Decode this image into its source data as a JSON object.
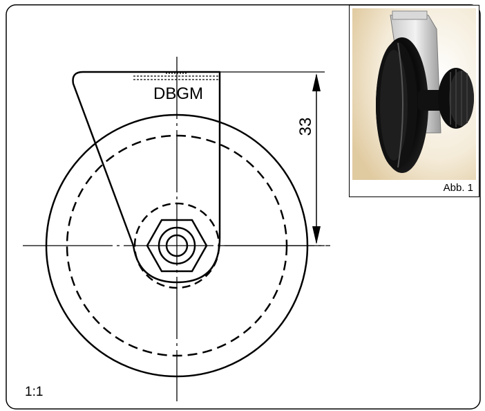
{
  "drawing": {
    "label_top": "DBGM",
    "dimension": "33",
    "scale": "1:1"
  },
  "photo": {
    "caption": "Abb. 1"
  }
}
